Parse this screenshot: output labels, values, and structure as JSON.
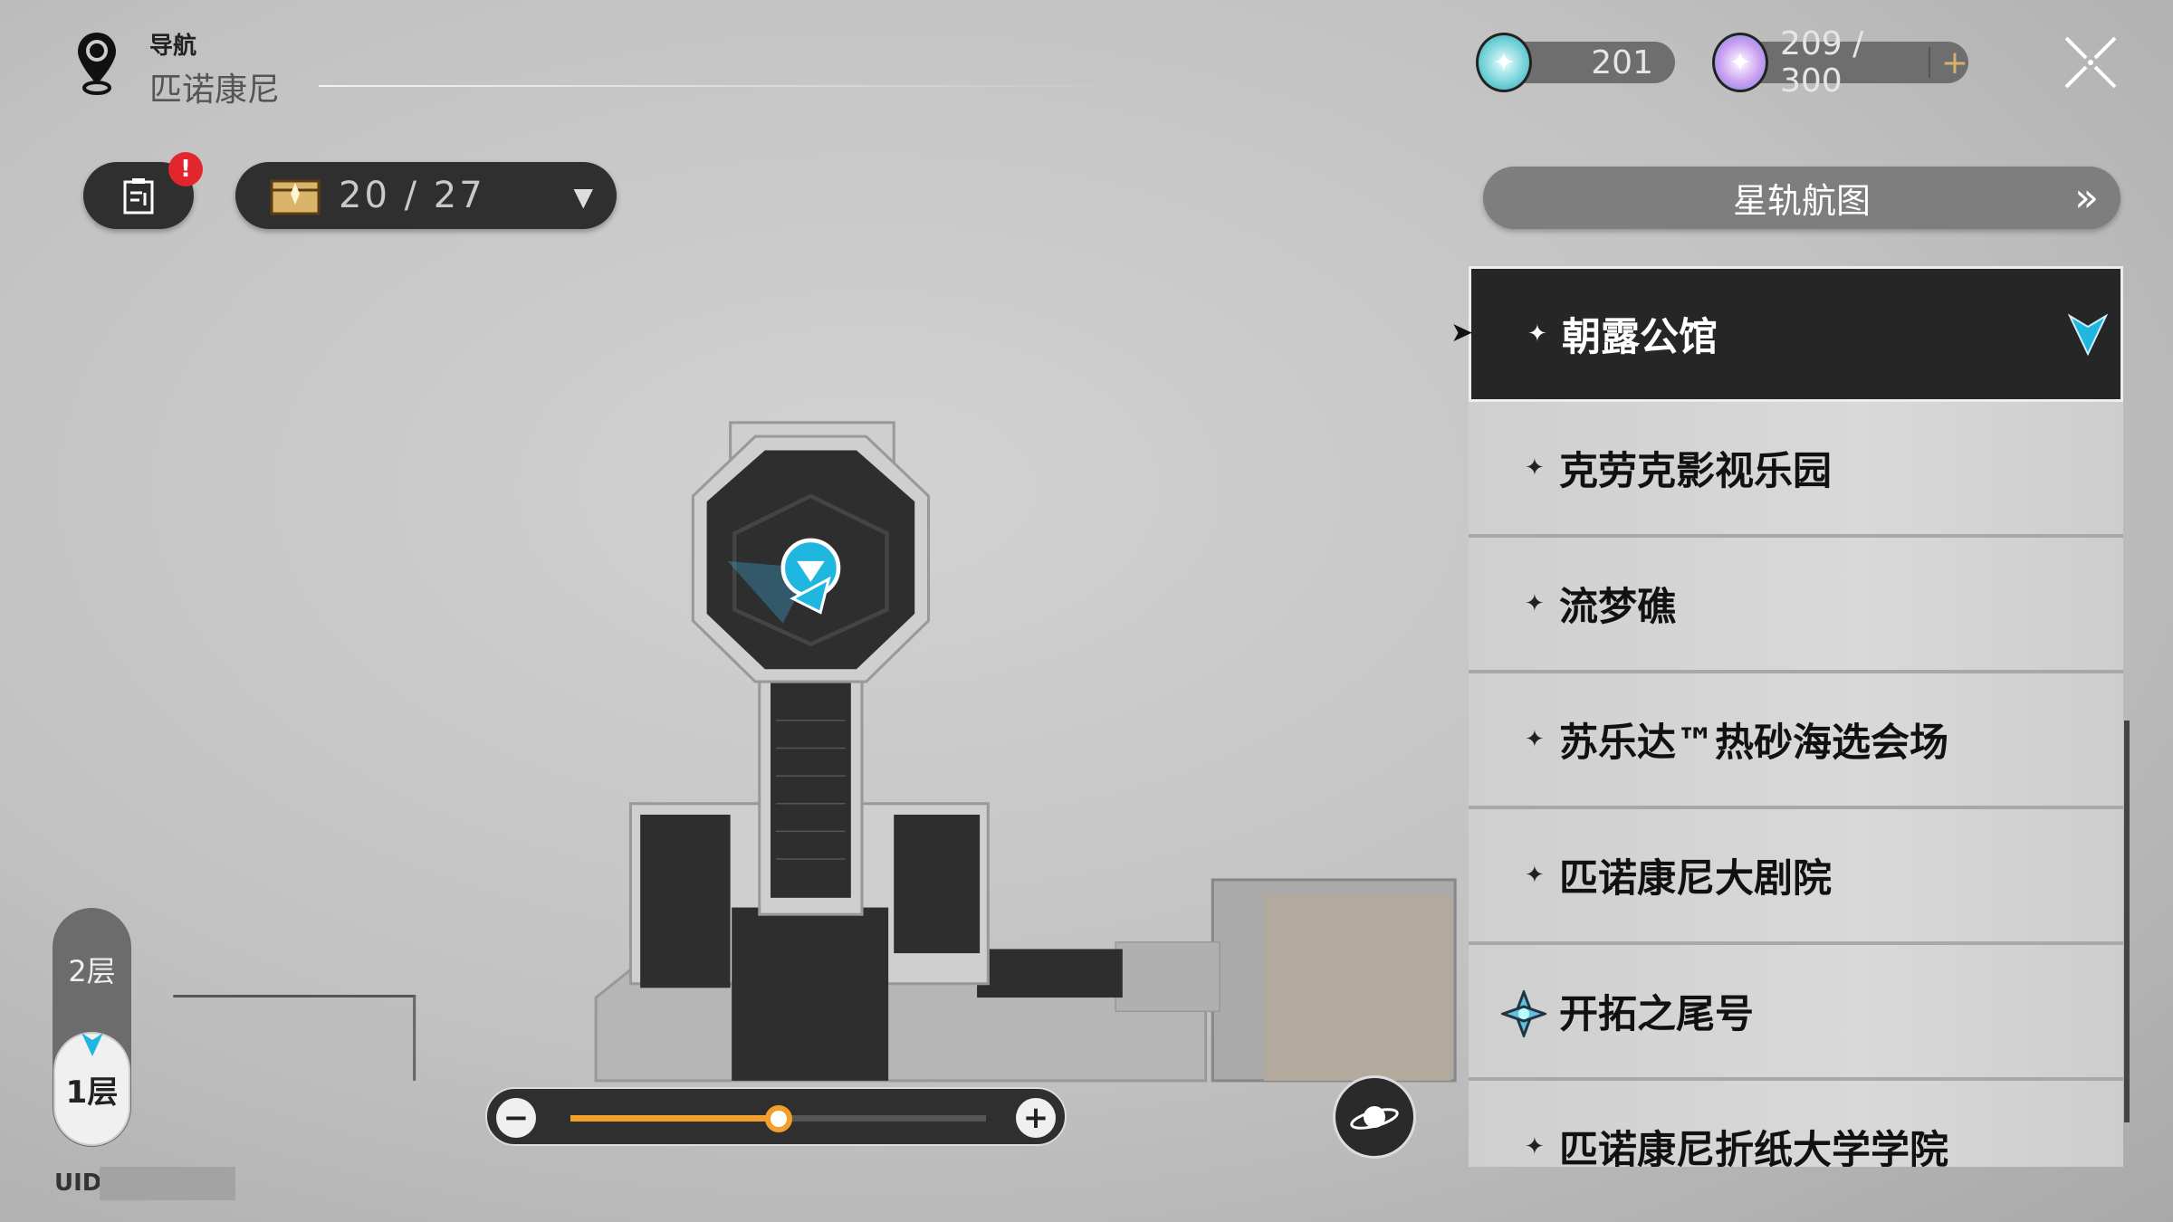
{
  "header": {
    "subtitle": "导航",
    "title": "匹诺康尼",
    "pin_icon": "map-pin-icon"
  },
  "toolbar": {
    "mission_badge": "!",
    "chest_count": "20 / 27"
  },
  "currencies": [
    {
      "icon": "stellar-jade-icon",
      "value": "201"
    },
    {
      "icon": "trailblaze-power-icon",
      "value": "209 / 300",
      "add": "+"
    }
  ],
  "star_rail_map": {
    "label": "星轨航图",
    "arrow": "»"
  },
  "locations": [
    {
      "label": "朝露公馆",
      "selected": true
    },
    {
      "label": "克劳克影视乐园"
    },
    {
      "label": "流梦礁"
    },
    {
      "label": "苏乐达™热砂海选会场"
    },
    {
      "label": "匹诺康尼大剧院"
    },
    {
      "label": "开拓之尾号",
      "icon": "astral-express-icon"
    },
    {
      "label": "匹诺康尼折纸大学学院"
    }
  ],
  "floors": {
    "upper": "2层",
    "current": "1层"
  },
  "uid": {
    "label": "UID:"
  },
  "zoom": {
    "minus": "−",
    "plus": "+",
    "level_percent": 50
  },
  "colors": {
    "accent_cyan": "#1fb6e0",
    "zoom_fill": "#f2a02c",
    "badge_red": "#e3262e"
  }
}
